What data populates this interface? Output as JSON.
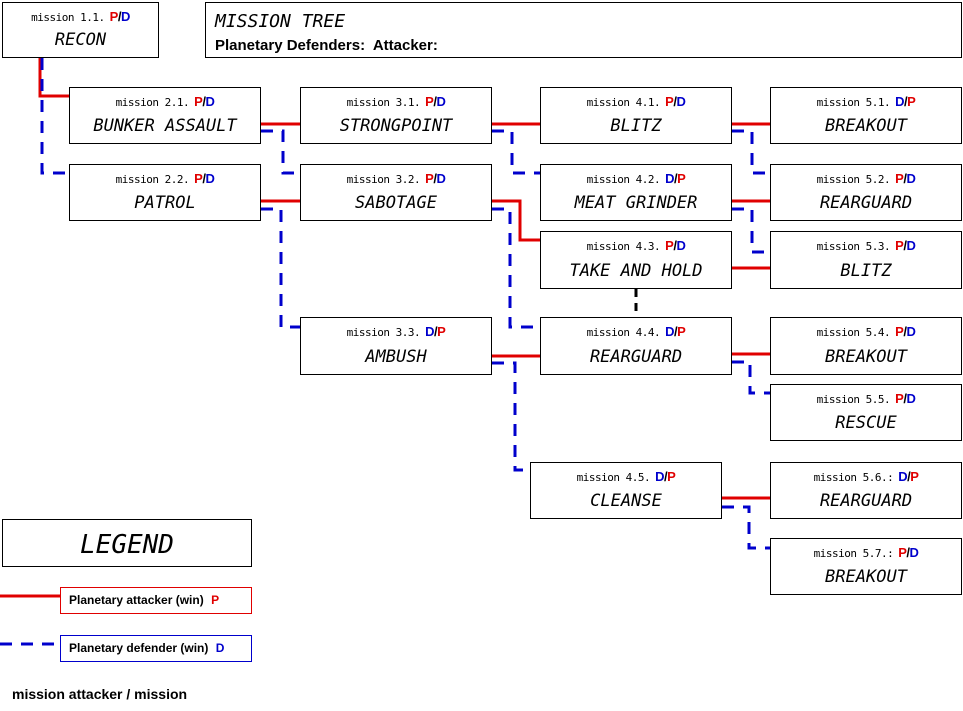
{
  "colors": {
    "attacker": "#e00000",
    "defender": "#0000cc"
  },
  "header": {
    "title": "MISSION TREE",
    "subtitle": "Planetary Defenders:  Attacker:"
  },
  "missions": [
    {
      "id": "m1_1",
      "label": "mission 1.1.",
      "r1": "P",
      "slash": "/",
      "r2": "D",
      "c1": "red",
      "c2": "blue",
      "name": "RECON"
    },
    {
      "id": "m2_1",
      "label": "mission 2.1.",
      "r1": "P",
      "slash": "/",
      "r2": "D",
      "c1": "red",
      "c2": "blue",
      "name": "BUNKER ASSAULT"
    },
    {
      "id": "m2_2",
      "label": "mission 2.2.",
      "r1": "P",
      "slash": "/",
      "r2": "D",
      "c1": "red",
      "c2": "blue",
      "name": "PATROL"
    },
    {
      "id": "m3_1",
      "label": "mission 3.1.",
      "r1": "P",
      "slash": "/",
      "r2": "D",
      "c1": "red",
      "c2": "blue",
      "name": "STRONGPOINT"
    },
    {
      "id": "m3_2",
      "label": "mission 3.2.",
      "r1": "P",
      "slash": "/",
      "r2": "D",
      "c1": "red",
      "c2": "blue",
      "name": "SABOTAGE"
    },
    {
      "id": "m3_3",
      "label": "mission 3.3.",
      "r1": "D",
      "slash": "/",
      "r2": "P",
      "c1": "blue",
      "c2": "red",
      "name": "AMBUSH"
    },
    {
      "id": "m4_1",
      "label": "mission 4.1.",
      "r1": "P",
      "slash": "/",
      "r2": "D",
      "c1": "red",
      "c2": "blue",
      "name": "BLITZ"
    },
    {
      "id": "m4_2",
      "label": "mission 4.2.",
      "r1": "D",
      "slash": "/",
      "r2": "P",
      "c1": "blue",
      "c2": "red",
      "name": "MEAT GRINDER"
    },
    {
      "id": "m4_3",
      "label": "mission 4.3.",
      "r1": "P",
      "slash": "/",
      "r2": "D",
      "c1": "red",
      "c2": "blue",
      "name": "TAKE AND HOLD"
    },
    {
      "id": "m4_4",
      "label": "mission 4.4.",
      "r1": "D",
      "slash": "/",
      "r2": "P",
      "c1": "blue",
      "c2": "red",
      "name": "REARGUARD"
    },
    {
      "id": "m4_5",
      "label": "mission 4.5.",
      "r1": "D",
      "slash": "/",
      "r2": "P",
      "c1": "blue",
      "c2": "red",
      "name": "CLEANSE"
    },
    {
      "id": "m5_1",
      "label": "mission 5.1.",
      "r1": "D",
      "slash": "/",
      "r2": "P",
      "c1": "blue",
      "c2": "red",
      "name": "BREAKOUT"
    },
    {
      "id": "m5_2",
      "label": "mission 5.2.",
      "r1": "P",
      "slash": "/",
      "r2": "D",
      "c1": "red",
      "c2": "blue",
      "name": "REARGUARD"
    },
    {
      "id": "m5_3",
      "label": "mission 5.3.",
      "r1": "P",
      "slash": "/",
      "r2": "D",
      "c1": "red",
      "c2": "blue",
      "name": "BLITZ"
    },
    {
      "id": "m5_4",
      "label": "mission 5.4.",
      "r1": "P",
      "slash": "/",
      "r2": "D",
      "c1": "red",
      "c2": "blue",
      "name": "BREAKOUT"
    },
    {
      "id": "m5_5",
      "label": "mission 5.5.",
      "r1": "P",
      "slash": "/",
      "r2": "D",
      "c1": "red",
      "c2": "blue",
      "name": "RESCUE"
    },
    {
      "id": "m5_6",
      "label": "mission 5.6.:",
      "r1": "D",
      "slash": "/",
      "r2": "P",
      "c1": "blue",
      "c2": "red",
      "name": "REARGUARD"
    },
    {
      "id": "m5_7",
      "label": "mission 5.7.:",
      "r1": "P",
      "slash": "/",
      "r2": "D",
      "c1": "red",
      "c2": "blue",
      "name": "BREAKOUT"
    }
  ],
  "links": [
    {
      "from": "m1_1",
      "to": "m2_1",
      "type": "attacker"
    },
    {
      "from": "m1_1",
      "to": "m2_2",
      "type": "defender"
    },
    {
      "from": "m2_1",
      "to": "m3_1",
      "type": "attacker"
    },
    {
      "from": "m2_1",
      "to": "m3_2",
      "type": "defender"
    },
    {
      "from": "m2_2",
      "to": "m3_2",
      "type": "attacker"
    },
    {
      "from": "m2_2",
      "to": "m3_3",
      "type": "defender"
    },
    {
      "from": "m3_1",
      "to": "m4_1",
      "type": "attacker"
    },
    {
      "from": "m3_1",
      "to": "m4_2",
      "type": "defender"
    },
    {
      "from": "m3_2",
      "to": "m4_3",
      "type": "attacker"
    },
    {
      "from": "m3_2",
      "to": "m4_4",
      "type": "defender"
    },
    {
      "from": "m3_3",
      "to": "m4_4",
      "type": "attacker"
    },
    {
      "from": "m3_3",
      "to": "m4_5",
      "type": "defender"
    },
    {
      "from": "m4_1",
      "to": "m5_1",
      "type": "attacker"
    },
    {
      "from": "m4_1",
      "to": "m5_2",
      "type": "defender"
    },
    {
      "from": "m4_2",
      "to": "m5_2",
      "type": "attacker"
    },
    {
      "from": "m4_2",
      "to": "m5_3",
      "type": "defender"
    },
    {
      "from": "m4_3",
      "to": "m5_3",
      "type": "attacker"
    },
    {
      "from": "m4_3",
      "to": "m4_4",
      "type": "neutral"
    },
    {
      "from": "m4_4",
      "to": "m5_4",
      "type": "attacker"
    },
    {
      "from": "m4_4",
      "to": "m5_5",
      "type": "defender"
    },
    {
      "from": "m4_5",
      "to": "m5_6",
      "type": "attacker"
    },
    {
      "from": "m4_5",
      "to": "m5_7",
      "type": "defender"
    }
  ],
  "legend": {
    "title": "LEGEND",
    "attacker_label": "Planetary attacker (win)",
    "attacker_code": "P",
    "defender_label": "Planetary defender (win)",
    "defender_code": "D"
  },
  "footnote": "mission attacker / mission"
}
